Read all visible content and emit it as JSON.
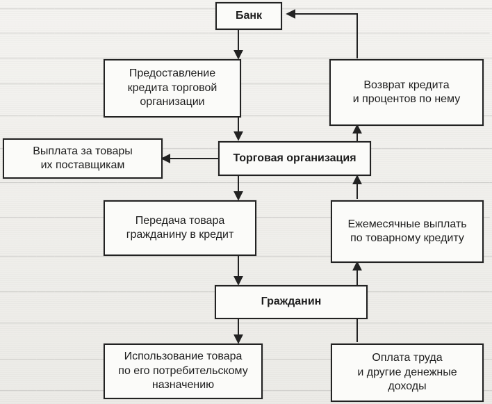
{
  "diagram": {
    "boxes": {
      "bank": "Банк",
      "credit_provision": "Предоставление\nкредита торговой\nорганизации",
      "credit_return": "Возврат кредита\nи процентов по нему",
      "supplier_payment": "Выплата за товары\nих поставщикам",
      "trade_org": "Торговая организация",
      "goods_transfer": "Передача товара\nгражданину в кредит",
      "monthly_payments": "Ежемесячные выплать\nпо товарному кредиту",
      "citizens": "Гражданин",
      "goods_use": "Использование товара\nпо его потребительскому\nназначению",
      "labor_payment": "Оплата труда\nи другие денежные\nдоходы"
    }
  },
  "colors": {
    "line": "#222222",
    "box_fill": "#fbfbf9",
    "background": "#f2f1ee"
  }
}
